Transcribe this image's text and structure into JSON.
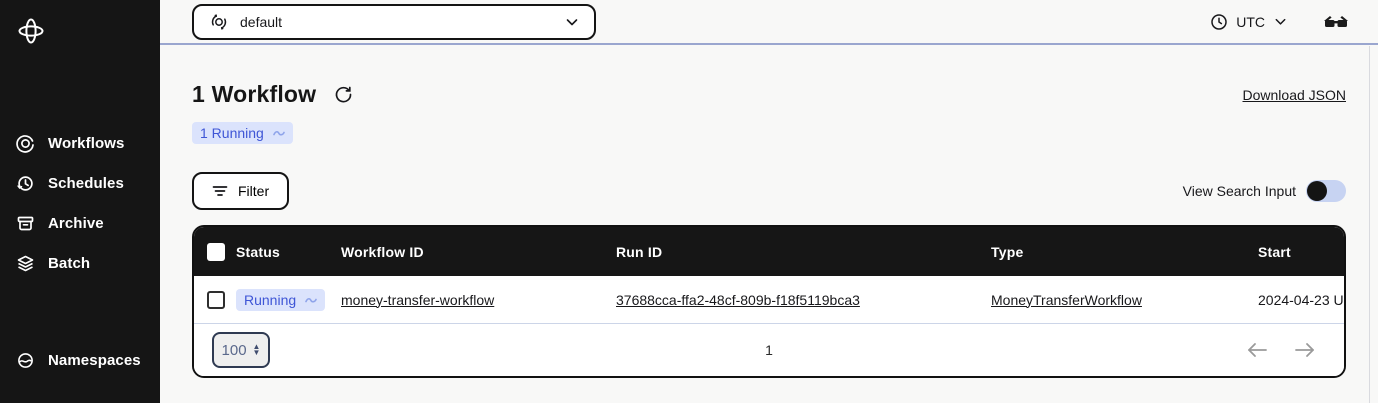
{
  "colors": {
    "sidebar_bg": "#151515",
    "table_header_bg": "#161616",
    "badge_bg": "#dbe3fc",
    "badge_text": "#3f56d6",
    "topbar_divider": "#9aa6cf",
    "toggle_track": "#c7d3f2",
    "toggle_knob": "#141414"
  },
  "sidebar": {
    "items": [
      {
        "label": "Workflows",
        "icon": "workflows-icon"
      },
      {
        "label": "Schedules",
        "icon": "schedules-icon"
      },
      {
        "label": "Archive",
        "icon": "archive-icon"
      },
      {
        "label": "Batch",
        "icon": "batch-icon"
      }
    ],
    "bottom_items": [
      {
        "label": "Namespaces",
        "icon": "namespaces-icon"
      }
    ]
  },
  "topbar": {
    "namespace_select": {
      "value": "default"
    },
    "timezone": {
      "label": "UTC"
    }
  },
  "main": {
    "title": "1 Workflow",
    "running_summary_badge": "1 Running",
    "download_link": "Download JSON",
    "filter_button": "Filter",
    "view_search_toggle_label": "View Search Input"
  },
  "table": {
    "columns": [
      "Status",
      "Workflow ID",
      "Run ID",
      "Type",
      "Start"
    ],
    "rows": [
      {
        "status": "Running",
        "workflow_id": "money-transfer-workflow",
        "run_id": "37688cca-ffa2-48cf-809b-f18f5119bca3",
        "type": "MoneyTransferWorkflow",
        "start": "2024-04-23 U"
      }
    ],
    "pagination": {
      "page_size": "100",
      "current_page": "1"
    }
  }
}
